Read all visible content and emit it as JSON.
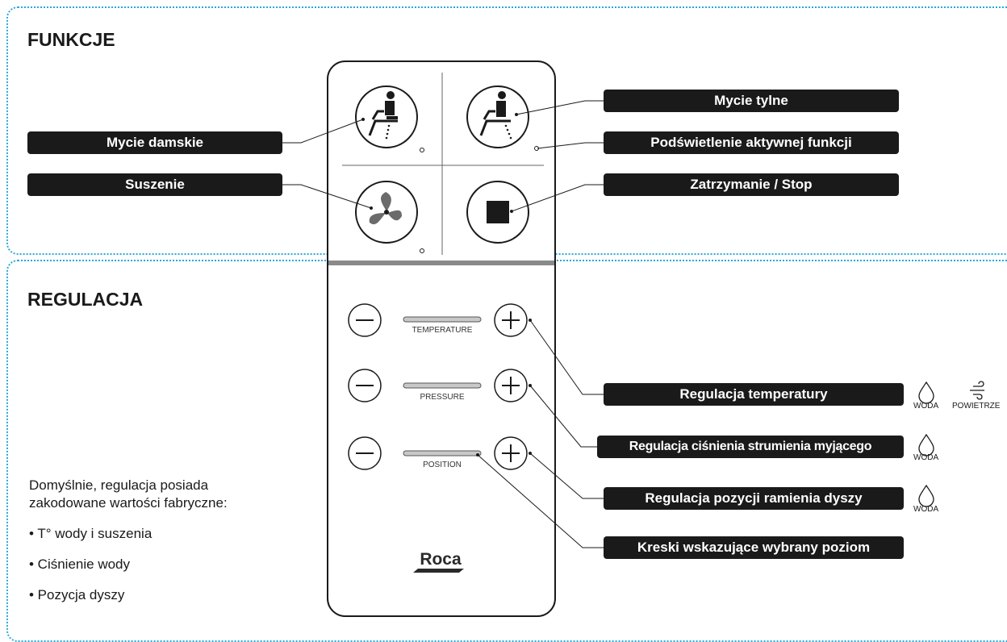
{
  "sections": {
    "funkcje": "FUNKCJE",
    "regulacja": "REGULACJA"
  },
  "labels": {
    "mycie_damskie": "Mycie damskie",
    "suszenie": "Suszenie",
    "mycie_tylne": "Mycie tylne",
    "podswietlenie": "Podświetlenie aktywnej funkcji",
    "stop": "Zatrzymanie / Stop",
    "reg_temp": "Regulacja temperatury",
    "reg_cisnienia": "Regulacja ciśnienia strumienia myjącego",
    "reg_pozycji": "Regulacja pozycji ramienia dyszy",
    "kreski": "Kreski wskazujące wybrany poziom"
  },
  "remote": {
    "temperature": "TEMPERATURE",
    "pressure": "PRESSURE",
    "position": "POSITION",
    "brand": "Roca"
  },
  "icons_text": {
    "woda": "WODA",
    "powietrze": "POWIETRZE"
  },
  "notes": {
    "intro_line1": "Domyślnie, regulacja posiada",
    "intro_line2": "zakodowane wartości fabryczne:",
    "item1": "• T° wody i suszenia",
    "item2": "• Ciśnienie wody",
    "item3": "• Pozycja dyszy"
  },
  "colors": {
    "border_dotted": "#2aa9d8",
    "label_bg": "#1a1a1a",
    "label_text": "#ffffff"
  }
}
